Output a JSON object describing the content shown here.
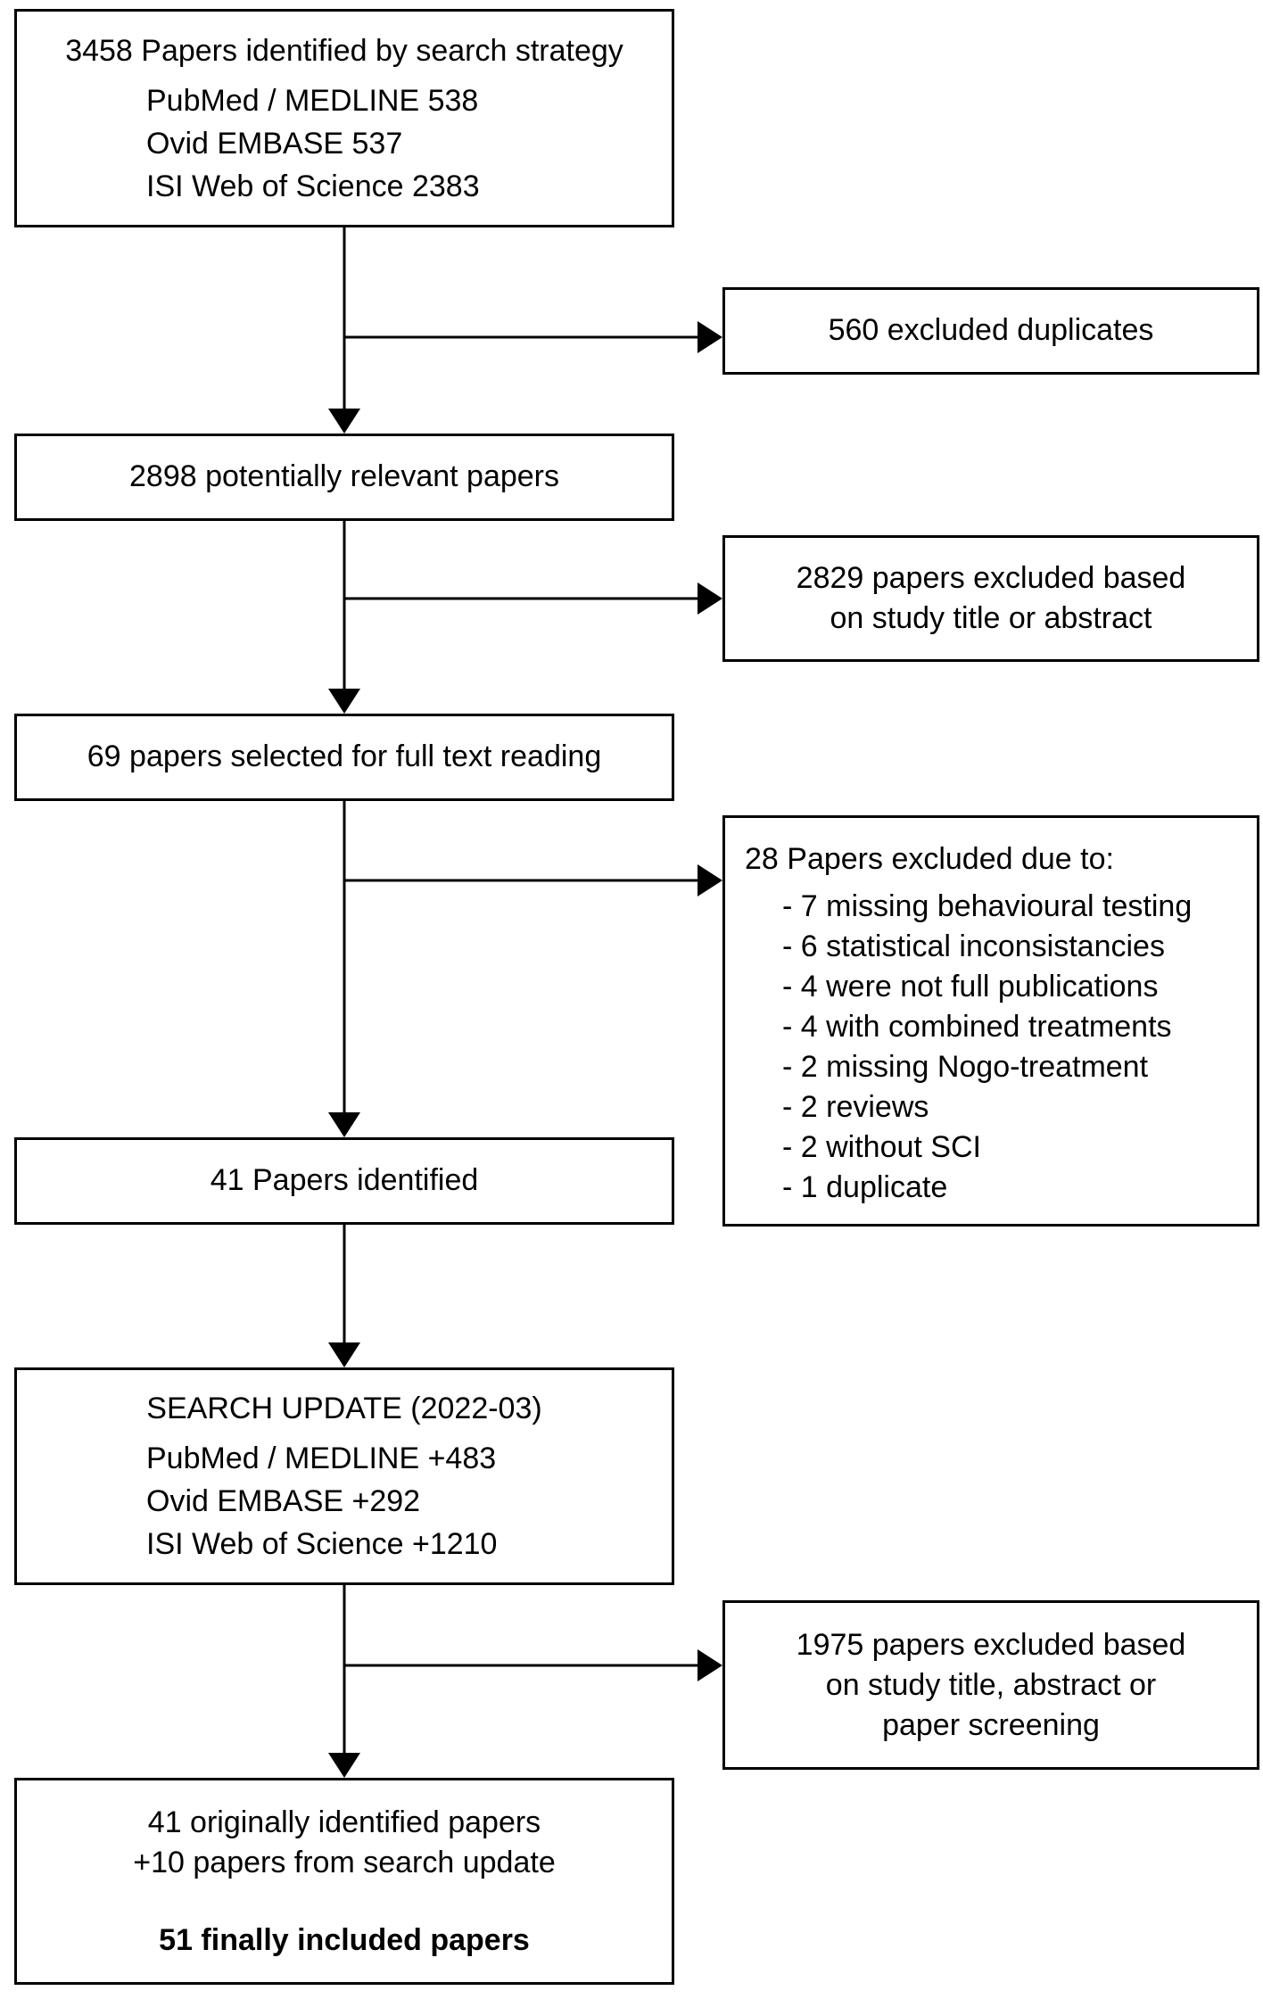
{
  "flow": {
    "identified": {
      "title": "3458 Papers identified by search strategy",
      "sources": [
        "PubMed / MEDLINE 538",
        "Ovid EMBASE 537",
        "ISI Web of Science 2383"
      ]
    },
    "excluded_duplicates": {
      "text": "560 excluded duplicates"
    },
    "potentially_relevant": {
      "text": "2898 potentially relevant papers"
    },
    "excluded_title_abstract": {
      "lines": [
        "2829 papers excluded based",
        "on study title or abstract"
      ]
    },
    "full_text": {
      "text": "69 papers selected for full text reading"
    },
    "excluded_full_text": {
      "title": "28 Papers excluded due to:",
      "reasons": [
        "- 7 missing behavioural testing",
        "- 6 statistical inconsistancies",
        "- 4 were not full publications",
        "- 4 with combined treatments",
        "- 2 missing Nogo-treatment",
        "- 2 reviews",
        "- 2 without SCI",
        "- 1 duplicate"
      ]
    },
    "papers_identified": {
      "text": "41 Papers identified"
    },
    "search_update": {
      "title": "SEARCH UPDATE (2022-03)",
      "sources": [
        "PubMed / MEDLINE +483",
        "Ovid EMBASE +292",
        "ISI Web of Science +1210"
      ]
    },
    "excluded_update": {
      "lines": [
        "1975 papers excluded based",
        "on study title, abstract or",
        "paper screening"
      ]
    },
    "final": {
      "lines": [
        "41 originally identified papers",
        "+10 papers from search update"
      ],
      "total": "51 finally included papers"
    }
  },
  "colors": {
    "background": "#ffffff",
    "border": "#000000",
    "text": "#000000",
    "arrow": "#000000"
  }
}
